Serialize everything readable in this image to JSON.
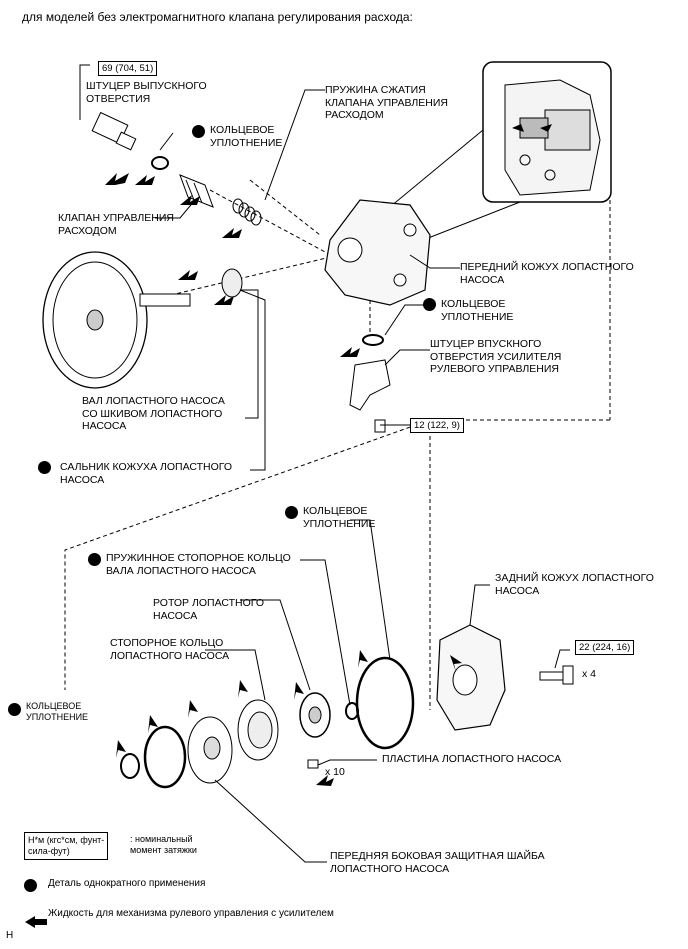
{
  "title": "для моделей без электромагнитного клапана регулирования расхода:",
  "labels": {
    "outlet_fitting": "ШТУЦЕР ВЫПУСКНОГО\nОТВЕРСТИЯ",
    "o_ring_1": "КОЛЬЦЕВОЕ\nУПЛОТНЕНИЕ",
    "flow_valve": "КЛАПАН УПРАВЛЕНИЯ\nРАСХОДОМ",
    "flow_spring": "ПРУЖИНА СЖАТИЯ\nКЛАПАНА УПРАВЛЕНИЯ\nРАСХОДОМ",
    "front_housing": "ПЕРЕДНИЙ КОЖУХ ЛОПАСТНОГО\nНАСОСА",
    "o_ring_2": "КОЛЬЦЕВОЕ\nУПЛОТНЕНИЕ",
    "inlet_fitting": "ШТУЦЕР ВПУСКНОГО\nОТВЕРСТИЯ УСИЛИТЕЛЯ\nРУЛЕВОГО УПРАВЛЕНИЯ",
    "shaft_pulley": "ВАЛ ЛОПАСТНОГО НАСОСА\nСО ШКИВОМ ЛОПАСТНОГО\nНАСОСА",
    "oil_seal": "САЛЬНИК КОЖУХА ЛОПАСТНОГО\nНАСОСА",
    "o_ring_3": "КОЛЬЦЕВОЕ\nУПЛОТНЕНИЕ",
    "snap_ring": "ПРУЖИННОЕ СТОПОРНОЕ КОЛЬЦО\nВАЛА ЛОПАСТНОГО НАСОСА",
    "rotor": "РОТОР ЛОПАСТНОГО\nНАСОСА",
    "cam_ring": "СТОПОРНОЕ КОЛЬЦО\nЛОПАСТНОГО НАСОСА",
    "rear_housing": "ЗАДНИЙ КОЖУХ ЛОПАСТНОГО\nНАСОСА",
    "o_ring_4": "КОЛЬЦЕВОЕ\nУПЛОТНЕНИЕ",
    "vane_plate": "ПЛАСТИНА ЛОПАСТНОГО НАСОСА",
    "front_side_plate": "ПЕРЕДНЯЯ БОКОВАЯ ЗАЩИТНАЯ ШАЙБА\nЛОПАСТНОГО НАСОСА"
  },
  "torques": {
    "outlet": "69 (704, 51)",
    "inlet": "12 (122, 9)",
    "rear": "22 (224, 16)"
  },
  "quantities": {
    "vanes": "x 10",
    "bolts": "x 4"
  },
  "legend": {
    "torque_key": "Н*м (кгс*см, фунт-\nсила-фут)",
    "torque_desc": ": номинальный\nмомент затяжки",
    "single_use": "Деталь однократного применения",
    "fluid": "Жидкость для механизма рулевого управления с усилителем"
  },
  "corner_letter": "H"
}
